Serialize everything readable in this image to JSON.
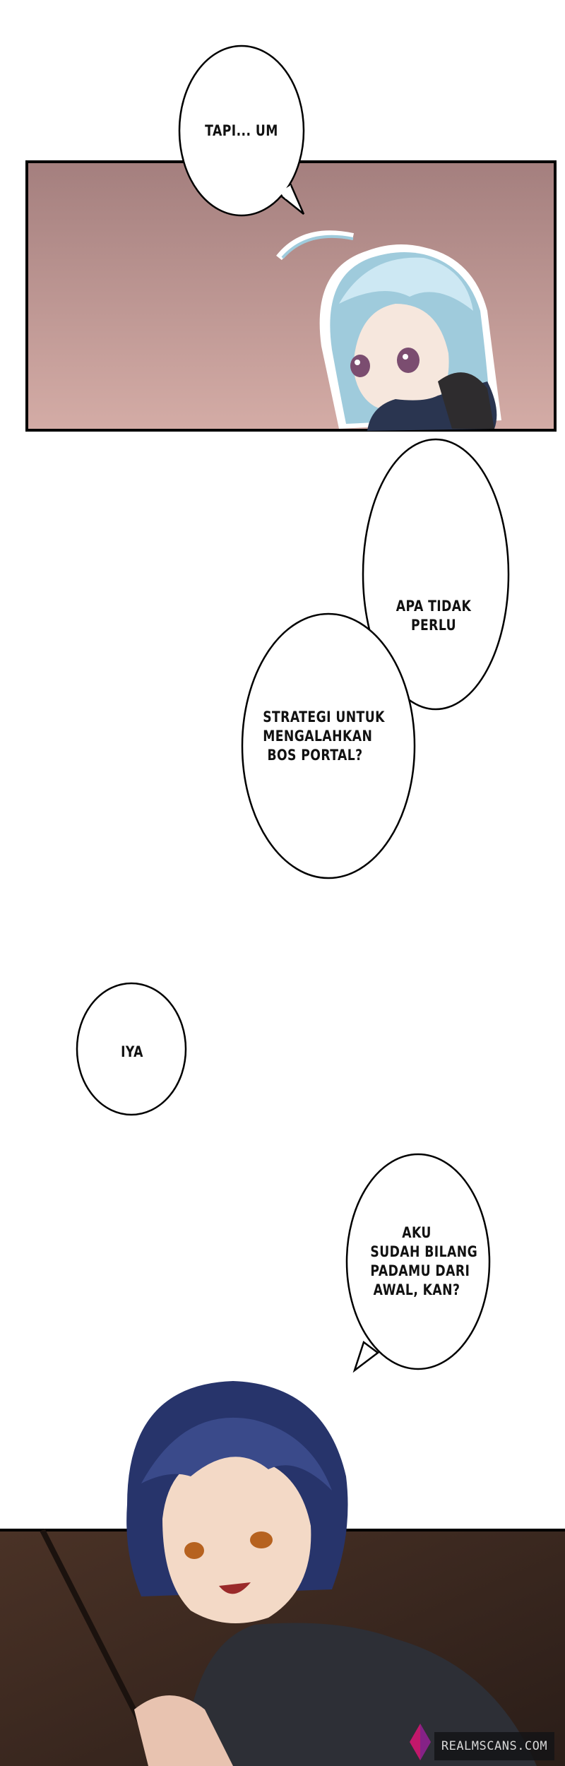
{
  "bubbles": {
    "b1": "TAPI... UM",
    "b2": [
      "APA TIDAK",
      "PERLU"
    ],
    "b3": [
      "STRATEGI UNTUK",
      "MENGALAHKAN",
      "BOS PORTAL?"
    ],
    "b4": "IYA",
    "b5": [
      "AKU",
      "SUDAH BILANG",
      "PADAMU DARI",
      "AWAL, KAN?"
    ]
  },
  "watermark": "REALMSCANS.COM",
  "colors": {
    "panel_top": "#a47f7e",
    "panel_bottom": "#d4aca6",
    "bottom_panel": "#3a2820",
    "hair_silver": "#bfe0ee",
    "hair_dark": "#27346b"
  }
}
